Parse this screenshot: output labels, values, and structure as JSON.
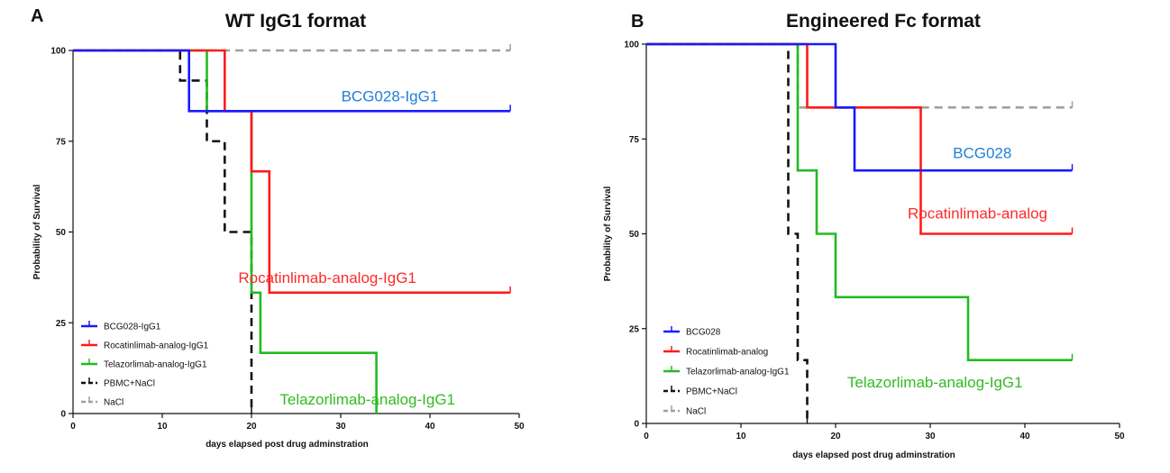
{
  "figure": {
    "panels": [
      {
        "letter": "A",
        "title": "WT IgG1 format",
        "legend_entries": [
          "BCG028-IgG1",
          "Rocatinlimab-analog-IgG1",
          "Telazorlimab-analog-IgG1",
          "PBMC+NaCl",
          "NaCl"
        ],
        "annotations": [
          "BCG028-IgG1",
          "Rocatinlimab-analog-IgG1",
          "Telazorlimab-analog-IgG1"
        ]
      },
      {
        "letter": "B",
        "title": "Engineered Fc format",
        "legend_entries": [
          "BCG028",
          "Rocatinlimab-analog",
          "Telazorlimab-analog-IgG1",
          "PBMC+NaCl",
          "NaCl"
        ],
        "annotations": [
          "BCG028",
          "Rocatinlimab-analog",
          "Telazorlimab-analog-IgG1"
        ]
      }
    ]
  },
  "chart_data": [
    {
      "type": "line",
      "step": true,
      "title": "WT IgG1 format",
      "xlabel": "days elapsed post drug adminstration",
      "ylabel": "Probability of Survival",
      "xlim": [
        0,
        50
      ],
      "ylim": [
        0,
        100
      ],
      "xticks": [
        0,
        10,
        20,
        30,
        40,
        50
      ],
      "yticks": [
        0,
        25,
        50,
        75,
        100
      ],
      "grid": false,
      "legend": "bottom-left",
      "series": [
        {
          "name": "BCG028-IgG1",
          "color": "#1a1aff",
          "style": "solid",
          "x": [
            0,
            13,
            49
          ],
          "y": [
            100,
            83.3,
            83.3
          ]
        },
        {
          "name": "Rocatinlimab-analog-IgG1",
          "color": "#ff1a1a",
          "style": "solid",
          "x": [
            0,
            17,
            20,
            22,
            49
          ],
          "y": [
            100,
            83.3,
            66.7,
            33.3,
            33.3
          ]
        },
        {
          "name": "Telazorlimab-analog-IgG1",
          "color": "#22bb22",
          "style": "solid",
          "x": [
            0,
            15,
            20,
            21,
            34
          ],
          "y": [
            100,
            83.3,
            33.3,
            16.7,
            0
          ]
        },
        {
          "name": "PBMC+NaCl",
          "color": "#111111",
          "style": "dashed",
          "x": [
            0,
            12,
            15,
            17,
            20
          ],
          "y": [
            100,
            91.7,
            75,
            50,
            0
          ]
        },
        {
          "name": "NaCl",
          "color": "#a0a0a0",
          "style": "dashed",
          "x": [
            0,
            49
          ],
          "y": [
            100,
            100
          ]
        }
      ],
      "annotations": [
        {
          "text": "BCG028-IgG1",
          "color": "#1f7fd6",
          "x": 35.5,
          "y": 86
        },
        {
          "text": "Rocatinlimab-analog-IgG1",
          "color": "#ff2a2a",
          "x": 28.5,
          "y": 36
        },
        {
          "text": "Telazorlimab-analog-IgG1",
          "color": "#33bb22",
          "x": 33,
          "y": 2.5
        }
      ]
    },
    {
      "type": "line",
      "step": true,
      "title": "Engineered Fc format",
      "xlabel": "days elapsed post drug adminstration",
      "ylabel": "Probability of Survival",
      "xlim": [
        0,
        50
      ],
      "ylim": [
        0,
        100
      ],
      "xticks": [
        0,
        10,
        20,
        30,
        40,
        50
      ],
      "yticks": [
        0,
        25,
        50,
        75,
        100
      ],
      "grid": false,
      "legend": "bottom-left",
      "series": [
        {
          "name": "BCG028",
          "color": "#1a1aff",
          "style": "solid",
          "x": [
            0,
            20,
            22,
            45
          ],
          "y": [
            100,
            83.3,
            66.7,
            66.7
          ]
        },
        {
          "name": "Rocatinlimab-analog",
          "color": "#ff1a1a",
          "style": "solid",
          "x": [
            0,
            17,
            29,
            45
          ],
          "y": [
            100,
            83.3,
            50,
            50
          ]
        },
        {
          "name": "Telazorlimab-analog-IgG1",
          "color": "#22bb22",
          "style": "solid",
          "x": [
            0,
            16,
            18,
            20,
            34,
            45
          ],
          "y": [
            100,
            66.7,
            50,
            33.3,
            16.7,
            16.7
          ]
        },
        {
          "name": "PBMC+NaCl",
          "color": "#111111",
          "style": "dashed",
          "x": [
            0,
            15,
            16,
            17
          ],
          "y": [
            100,
            50,
            16.7,
            0
          ]
        },
        {
          "name": "NaCl",
          "color": "#a0a0a0",
          "style": "dashed",
          "x": [
            0,
            16,
            45
          ],
          "y": [
            100,
            83.3,
            83.3
          ]
        }
      ],
      "annotations": [
        {
          "text": "BCG028",
          "color": "#1f7fd6",
          "x": 35.5,
          "y": 70
        },
        {
          "text": "Rocatinlimab-analog",
          "color": "#ff2a2a",
          "x": 35,
          "y": 54
        },
        {
          "text": "Telazorlimab-analog-IgG1",
          "color": "#33bb22",
          "x": 30.5,
          "y": 9.5
        }
      ]
    }
  ]
}
